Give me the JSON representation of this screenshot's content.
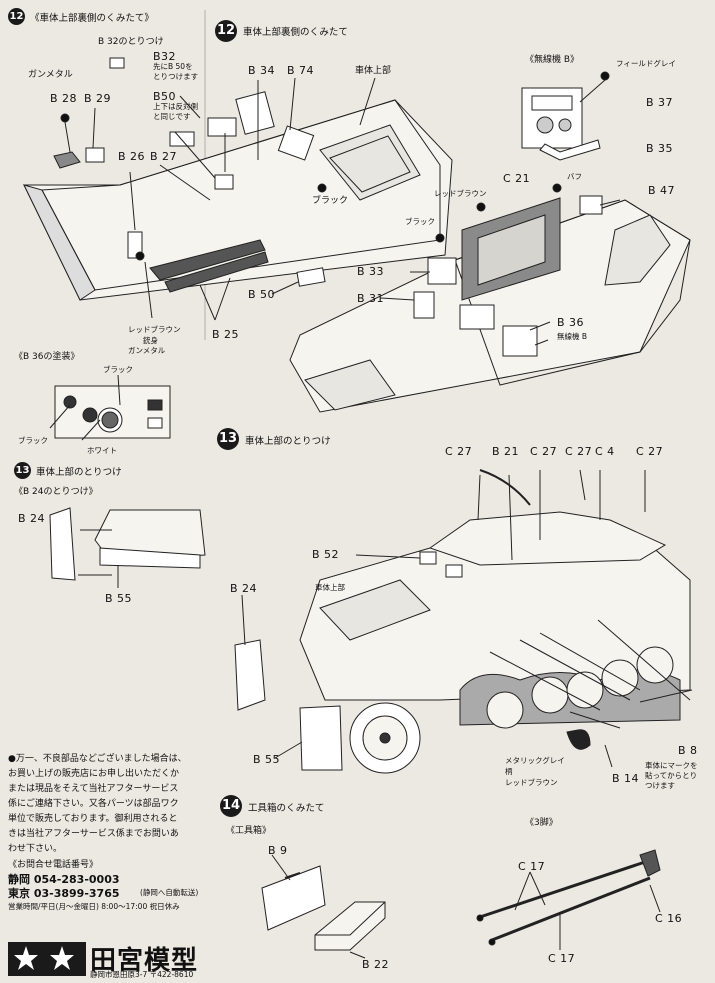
{
  "steps": {
    "s12_num": "12",
    "s12_left_title": "《車体上部裏側のくみたて》",
    "s12_right_title": "車体上部裏側のくみたて",
    "s13_num": "13",
    "s13_left_title": "車体上部のとりつけ",
    "s13_left_sub": "《B 24のとりつけ》",
    "s13_right_title": "車体上部のとりつけ",
    "s14_num": "14",
    "s14_title": "工具箱のくみたて",
    "s14_sub_toolbox": "《工具箱》",
    "s14_sub_tripod": "《3脚》"
  },
  "labels": {
    "b32_mount": "B 32のとりつけ",
    "gunmetal": "ガンメタル",
    "b28": "B 28",
    "b29": "B 29",
    "b26": "B 26",
    "b27": "B 27",
    "b32": "B32",
    "b32_note_1": "先にB 50を",
    "b32_note_2": "とりつけます",
    "b50_top": "B50",
    "b50_note_1": "上下は反対側",
    "b50_note_2": "と同じです",
    "b34": "B 34",
    "b74": "B 74",
    "upper_hull": "車体上部",
    "black_1": "ブラック",
    "b50_bottom": "B 50",
    "b25": "B 25",
    "red_brown": "レッドブラウン",
    "barrel": "銃身",
    "gunmetal_2": "ガンメタル",
    "radio_b": "《無線機 B》",
    "field_grey": "フィールドグレイ",
    "b37": "B 37",
    "b35": "B 35",
    "c21": "C 21",
    "red_brown_2": "レッドブラウン",
    "buff": "バフ",
    "b47": "B 47",
    "black_2": "ブラック",
    "b33": "B 33",
    "b31": "B 31",
    "b36": "B 36",
    "radio_b_2": "無線機 B",
    "b36_paint": "《B 36の塗装》",
    "black_3": "ブラック",
    "black_4": "ブラック",
    "white": "ホワイト",
    "b24": "B 24",
    "b55": "B 55",
    "c27_a": "C 27",
    "b21": "B 21",
    "c27_b": "C 27",
    "c27_c": "C 27",
    "c4": "C 4",
    "c27_d": "C 27",
    "b52": "B 52",
    "upper_hull_2": "車体上部",
    "b24_main": "B 24",
    "b55_main": "B 55",
    "b8": "B 8",
    "b8_note_1": "車体にマークを",
    "b8_note_2": "貼ってからとり",
    "b8_note_3": "つけます",
    "metallic_grey": "メタリックグレイ",
    "handle": "柄",
    "red_brown_3": "レッドブラウン",
    "b14": "B 14",
    "b9": "B 9",
    "b22": "B 22",
    "c17_top": "C 17",
    "c16": "C 16",
    "c17_bottom": "C 17"
  },
  "notice": {
    "lines": [
      "●万一、不良部品などございました場合は、",
      "お買い上げの販売店にお申し出いただくか",
      "または現品をそえて当社アフターサービス",
      "係にご連絡下さい。又各パーツは部品ワク",
      "単位で販売しております。御利用されると",
      "きは当社アフターサービス係までお問いあ",
      "わせ下さい。"
    ],
    "contact_title": "《お問合せ電話番号》",
    "shizuoka": "静岡 054-283-0003",
    "tokyo": "東京 03-3899-3765",
    "tokyo_note": "(静岡へ自動転送)",
    "hours": "営業時間/平日(月〜金曜日) 8:00〜17:00 祝日休み",
    "company": "田宮模型",
    "address": "静岡市恩田原3-7 〒422-8610"
  },
  "colors": {
    "ink": "#1a1a1a",
    "paper": "#ece9e2"
  }
}
